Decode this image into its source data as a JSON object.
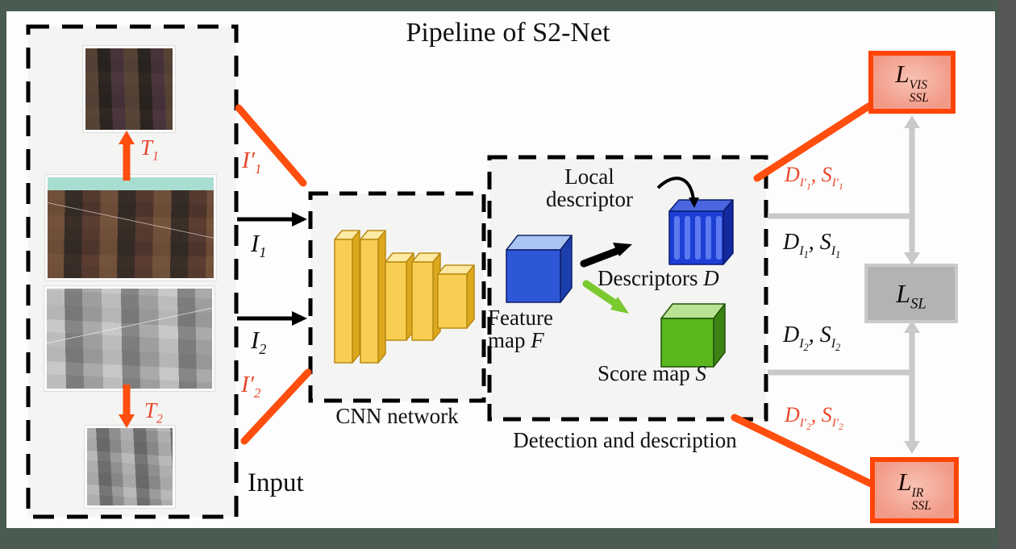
{
  "title": "Pipeline of S2-Net",
  "input": {
    "label": "Input",
    "t1": "T_{1}",
    "t2": "T_{2}",
    "images": [
      {
        "name": "visible-image-warped"
      },
      {
        "name": "visible-image"
      },
      {
        "name": "infrared-image"
      },
      {
        "name": "infrared-image-warped"
      }
    ]
  },
  "flows": {
    "i1_prime": "I′_{1}",
    "i1": "I_{1}",
    "i2": "I_{2}",
    "i2_prime": "I′_{2}"
  },
  "cnn": {
    "label": "CNN network"
  },
  "detection": {
    "label": "Detection and description",
    "local_descriptor": "Local descriptor",
    "descriptors": "Descriptors *D*",
    "feature_map": "Feature map *F*",
    "score_map": "Score map *S*"
  },
  "outputs": {
    "ds1_prime": "D_{I′_{1}}, S_{I′_{1}}",
    "ds1": "D_{I_{1}}, S_{I_{1}}",
    "ds2": "D_{I_{2}}, S_{I_{2}}",
    "ds2_prime": "D_{I′_{2}}, S_{I′_{2}}"
  },
  "losses": {
    "vis_ssl": "L^{VIS}_{SSL}",
    "sl": "L_{SL}",
    "ir_ssl": "L^{IR}_{SSL}"
  },
  "colors": {
    "orange-line": "#ff4e0e",
    "orange-text": "#e8482a",
    "loss-border": "#ff4405",
    "loss-fill": "#f29a88",
    "loss-fill-light": "#f8c3b4",
    "gray-connector": "#c9c9c9",
    "sl-border": "#cacaca",
    "sl-fill": "#b3b3b3",
    "cnn-front": "#f7ce52",
    "cnn-top": "#fce9a3",
    "cnn-side": "#dca81e",
    "cnn-stroke": "#b98a10",
    "featcube-top": "#aac4f2",
    "featcube-front": "#2e57d8",
    "featcube-side": "#1d3fae",
    "desccube-top": "#4a66e0",
    "desccube-front": "#1e3fd6",
    "desccube-side": "#12299f",
    "desccube-stripe": "#5d7af0",
    "scorecube-top": "#b9e292",
    "scorecube-front": "#5cb71f",
    "scorecube-side": "#3c8313",
    "mini-arrow-green": "#7ac92e",
    "frame-green": "#4a5b51",
    "frame-gray": "#575757",
    "box-interior": "#f4f4f3"
  }
}
